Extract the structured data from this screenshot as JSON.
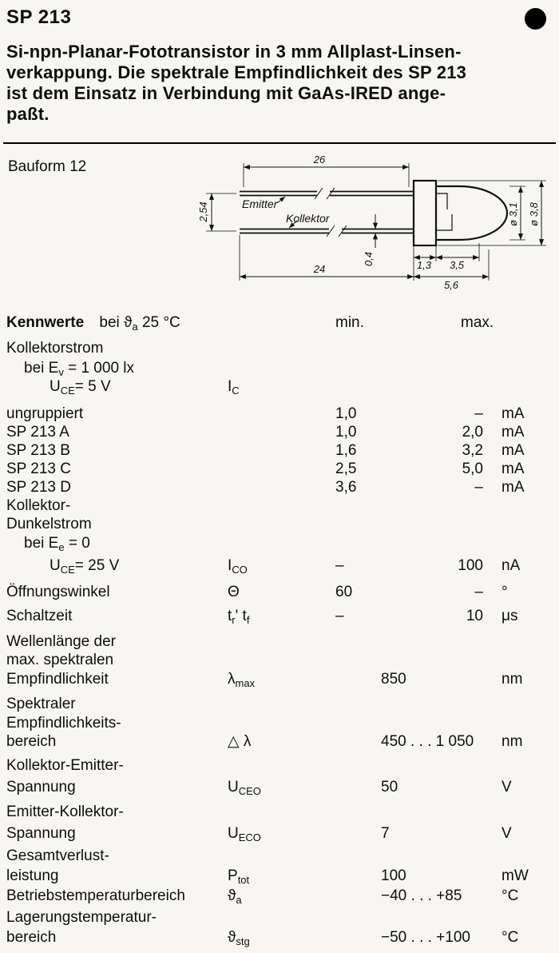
{
  "header": {
    "part_number": "SP 213",
    "intro_lines": [
      "Si-npn-Planar-Fototransistor in 3 mm Allplast-Linsen-",
      "verkappung. Die spektrale Empfindlichkeit des SP 213",
      "ist dem Einsatz in Verbindung mit GaAs-IRED ange-",
      "paßt."
    ]
  },
  "drawing": {
    "caption": "Bauform 12",
    "labels": {
      "emitter": "Emitter",
      "kollektor": "Kollektor"
    },
    "dims": {
      "lead_length_top": "26",
      "lead_pitch": "2,54",
      "lead_thickness": "0,4",
      "lead_length_bottom": "24",
      "flange_thickness": "1,3",
      "body_length": "3,5",
      "total_length": "5,6",
      "body_diameter": "ø 3,1",
      "flange_diameter": "ø 3,8"
    }
  },
  "table": {
    "title": "Kennwerte",
    "condition_html": "bei ϑ<sub>a</sub> 25 °C",
    "col_min": "min.",
    "col_max": "max.",
    "rows": [
      {
        "label": "Kollektorstrom"
      },
      {
        "label": "bei E<sub>v</sub> = 1 000 lx",
        "indent": 1,
        "gap": 2
      },
      {
        "label": "U<sub>CE</sub>= 5 V",
        "indent": 2,
        "symbol": "I<sub>C</sub>"
      },
      {
        "label": "ungruppiert",
        "min": "1,0",
        "max": "–",
        "unit": "mA",
        "gap": 11
      },
      {
        "label": "SP 213 A",
        "min": "1,0",
        "max": "2,0",
        "unit": "mA"
      },
      {
        "label": "SP 213 B",
        "min": "1,6",
        "max": "3,2",
        "unit": "mA"
      },
      {
        "label": "SP 213 C",
        "min": "2,5",
        "max": "5,0",
        "unit": "mA"
      },
      {
        "label": "SP 213 D",
        "min": "3,6",
        "max": "–",
        "unit": "mA"
      },
      {
        "label": "Kollektor-"
      },
      {
        "label": "Dunkelstrom"
      },
      {
        "label": "bei E<sub>e</sub> = 0",
        "indent": 1,
        "gap": 1
      },
      {
        "label": "U<sub>CE</sub>= 25 V",
        "indent": 2,
        "symbol": "I<sub>CO</sub>",
        "min": "–",
        "max": "100",
        "unit": "nA",
        "gap": 5
      },
      {
        "label": "Öffnungswinkel",
        "symbol": "Θ",
        "min": "60",
        "max": "–",
        "unit": "°",
        "gap": 10
      },
      {
        "label": "Schaltzeit",
        "symbol": "t<sub>r</sub>' t<sub>f</sub>",
        "min": "–",
        "max": "10",
        "unit": "μs",
        "gap": 7
      },
      {
        "label": "Wellenlänge der",
        "gap": 9
      },
      {
        "label": "max. spektralen"
      },
      {
        "label": "Empfindlichkeit",
        "symbol": "λ<sub>max</sub>",
        "mid": "850",
        "unit": "nm",
        "gap": 1
      },
      {
        "label": "Spektraler",
        "gap": 8
      },
      {
        "label": "Empfindlichkeits-",
        "gap": 1
      },
      {
        "label": "bereich",
        "symbol": "△ λ",
        "mid": "450 . . . 1 050",
        "unit": "nm"
      },
      {
        "label": "Kollektor-Emitter-",
        "gap": 7
      },
      {
        "label": "Spannung",
        "symbol": "U<sub>CEO</sub>",
        "mid": "50",
        "unit": "V",
        "gap": 4
      },
      {
        "label": "Emitter-Kollektor-",
        "gap": 8
      },
      {
        "label": "Spannung",
        "symbol": "U<sub>ECO</sub>",
        "mid": "7",
        "unit": "V",
        "gap": 4
      },
      {
        "label": "Gesamtverlust-",
        "gap": 5
      },
      {
        "label": "leistung",
        "symbol": "P<sub>tot</sub>",
        "mid": "100",
        "unit": "mW",
        "gap": 2
      },
      {
        "label": "Betriebstemperaturbereich",
        "symbol": "ϑ<sub>a</sub>",
        "mid": "−40 . . . +85",
        "unit": "°C",
        "gap": 2
      },
      {
        "label": "Lagerungstemperatur-",
        "gap": 4
      },
      {
        "label": "bereich",
        "symbol": "ϑ<sub>stg</sub>",
        "mid": "−50 . . . +100",
        "unit": "°C",
        "gap": 2
      }
    ]
  }
}
